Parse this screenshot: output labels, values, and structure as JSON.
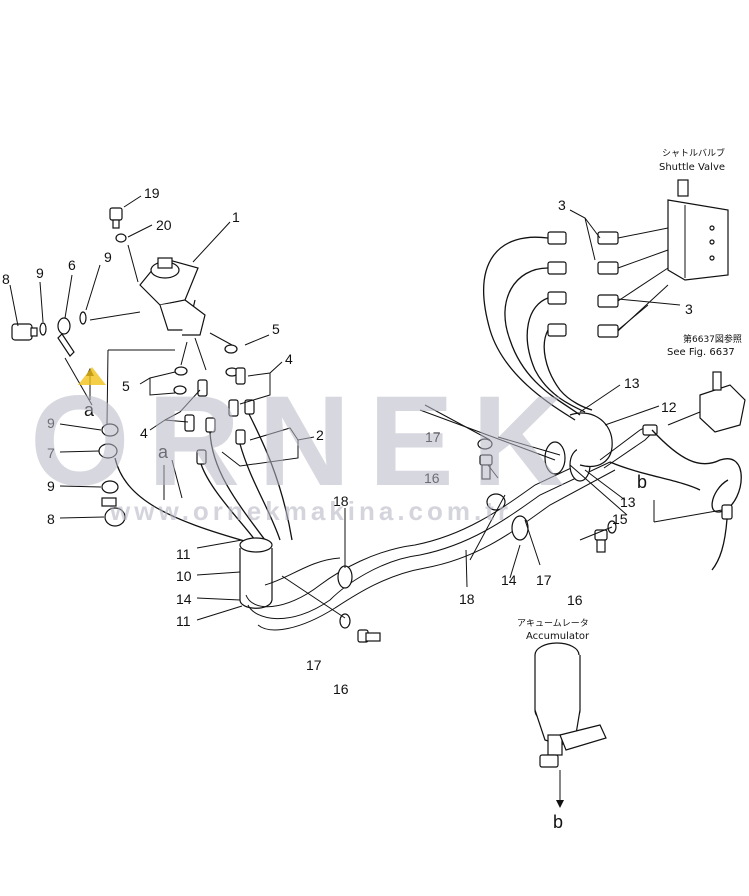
{
  "callouts": {
    "c1": "1",
    "c2": "2",
    "c3a": "3",
    "c3b": "3",
    "c4a": "4",
    "c4b": "4",
    "c5a": "5",
    "c5b": "5",
    "c6": "6",
    "c7": "7",
    "c8a": "8",
    "c8b": "8",
    "c9a": "9",
    "c9b": "9",
    "c9c": "9",
    "c9d": "9",
    "c10": "10",
    "c11a": "11",
    "c11b": "11",
    "c12": "12",
    "c13a": "13",
    "c13b": "13",
    "c14a": "14",
    "c14b": "14",
    "c15": "15",
    "c16a": "16",
    "c16b": "16",
    "c16c": "16",
    "c17a": "17",
    "c17b": "17",
    "c17c": "17",
    "c18a": "18",
    "c18b": "18",
    "c19": "19",
    "c20": "20"
  },
  "markers": {
    "a1": "a",
    "a2": "a",
    "b1": "b",
    "b2": "b"
  },
  "notes": {
    "shuttle_jp": "シャトルバルブ",
    "shuttle_en": "Shuttle Valve",
    "see_fig_jp": "第6637図参照",
    "see_fig_en": "See Fig. 6637",
    "accumulator_jp": "アキュームレータ",
    "accumulator_en": "Accumulator"
  },
  "watermark": {
    "brand": "ORNEK",
    "url": "www.ornekmakina.com.tr"
  },
  "colors": {
    "line": "#111111",
    "watermark": "#c9c9d3",
    "accent": "#f2c21a"
  }
}
